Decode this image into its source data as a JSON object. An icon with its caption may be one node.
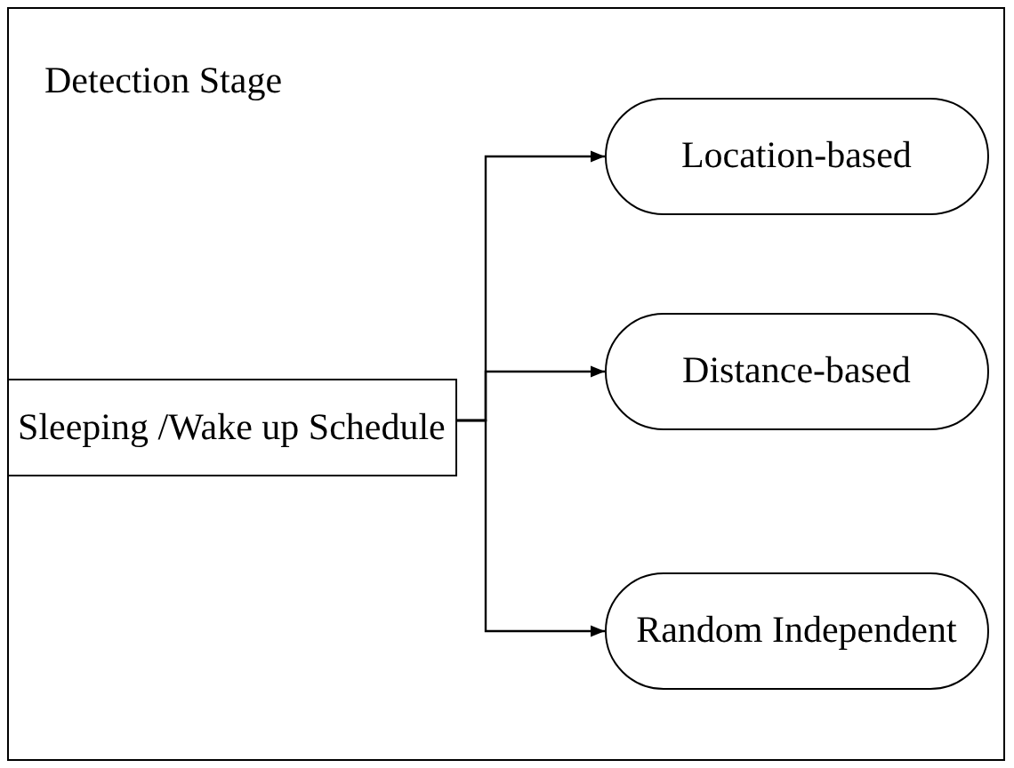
{
  "diagram": {
    "nodes": [
      {
        "text": [
          "Detection Stage"
        ]
      },
      {
        "text": [
          "Sleeping /Wake up Schedule"
        ],
        "in": 0
      },
      {
        "text": [
          "Location-based"
        ],
        "in": 0
      },
      {
        "text": [
          "Distance-based"
        ],
        "in": 0
      },
      {
        "text": [
          "Random Independent"
        ],
        "in": 0
      }
    ],
    "edges": [
      {
        "from": 1,
        "to": 2,
        "arrow": "to"
      },
      {
        "from": 1,
        "to": 3,
        "arrow": "to"
      },
      {
        "from": 1,
        "to": 4,
        "arrow": "to"
      }
    ]
  }
}
